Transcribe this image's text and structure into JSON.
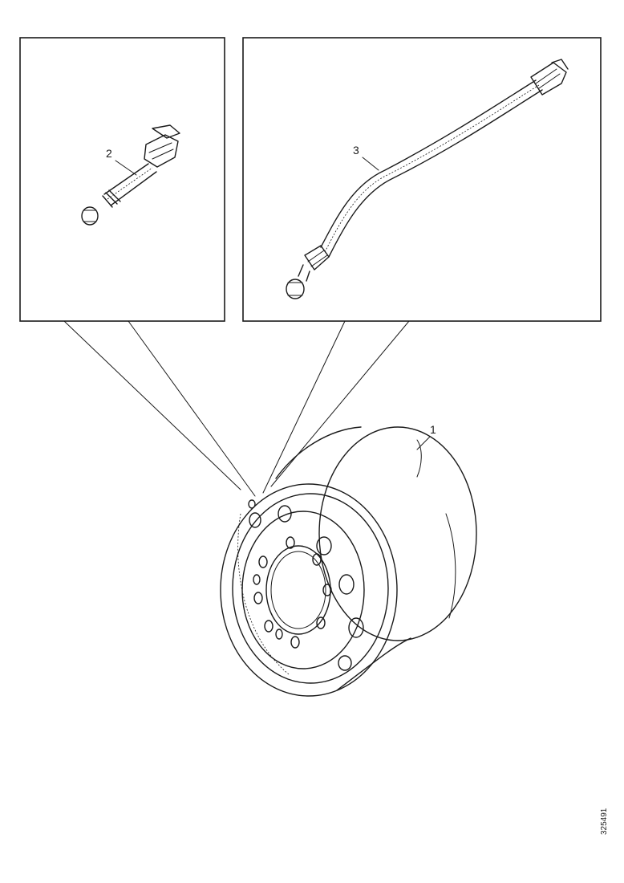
{
  "callouts": {
    "rim": "1",
    "short_valve_extension": "2",
    "long_valve_extension": "3"
  },
  "drawing_id": "325491",
  "colors": {
    "line": "#1a1a1a",
    "background": "#ffffff"
  }
}
